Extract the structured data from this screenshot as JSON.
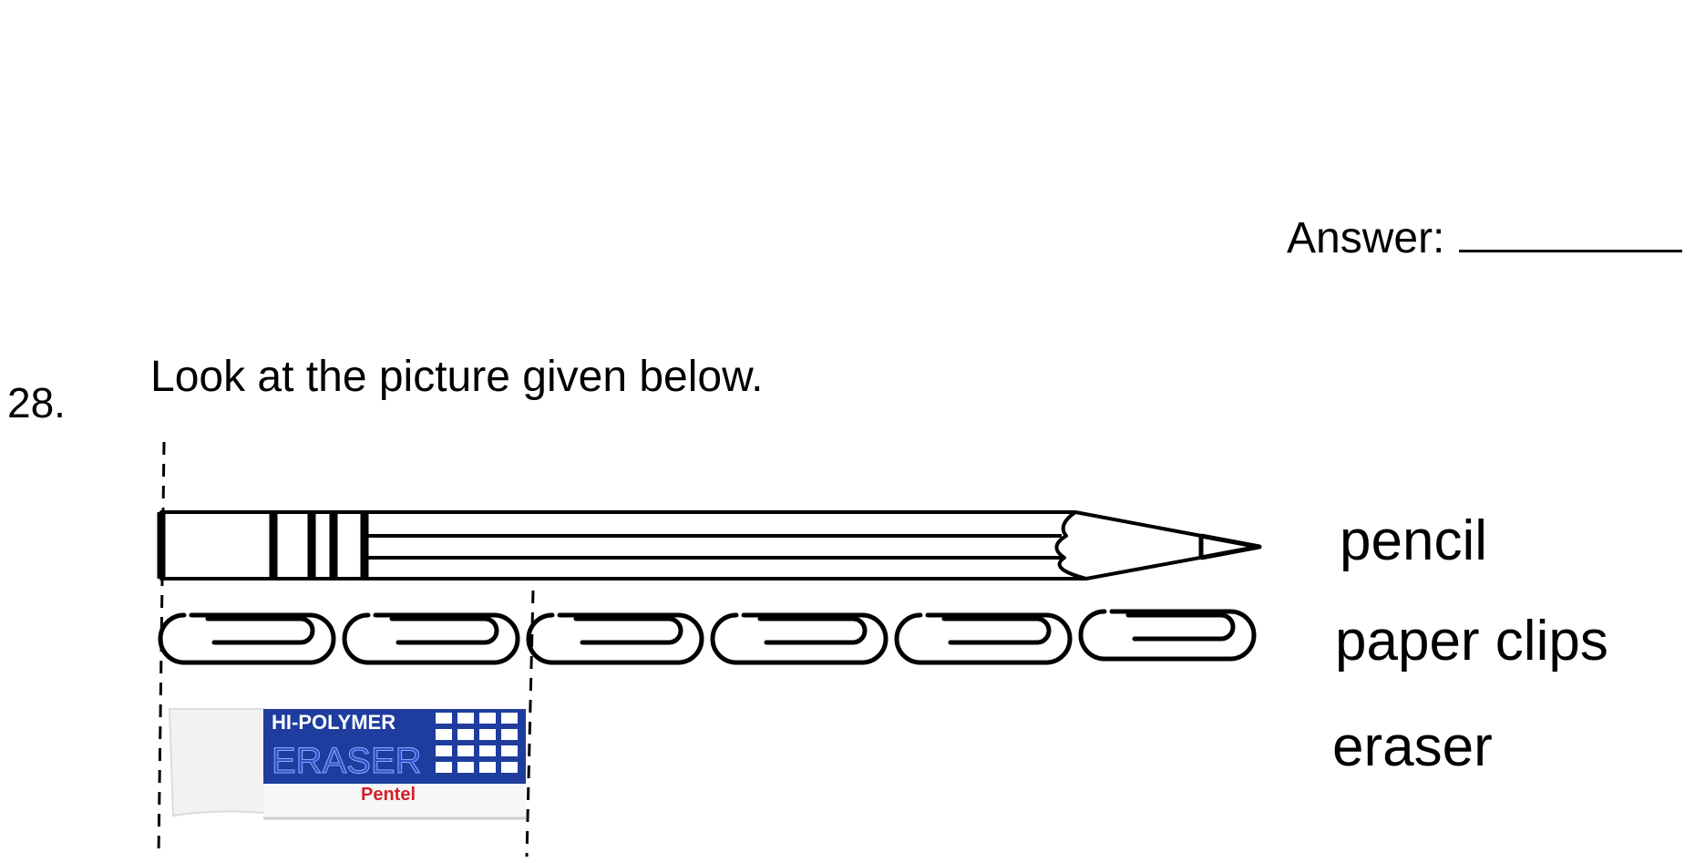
{
  "answer": {
    "label": "Answer:"
  },
  "question": {
    "number": "28.",
    "prompt": "Look at the picture given below."
  },
  "figure": {
    "labels": {
      "pencil": "pencil",
      "paper_clips": "paper clips",
      "eraser": "eraser"
    },
    "eraser_print": {
      "line1": "HI-POLYMER",
      "line2": "ERASER",
      "brand": "Pentel"
    },
    "paper_clip_count": 6,
    "eraser_length_in_clips": 2,
    "colors": {
      "eraser_blue": "#1f3d9e",
      "eraser_white": "#f2f2f2",
      "brand_red": "#d2202a"
    }
  }
}
